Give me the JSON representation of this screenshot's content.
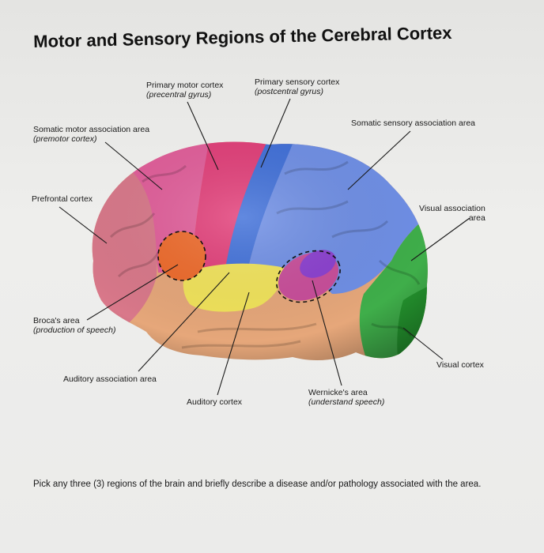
{
  "title": "Motor and Sensory Regions of the Cerebral Cortex",
  "labels": {
    "primary_motor": {
      "name": "Primary motor cortex",
      "sub": "(precentral gyrus)"
    },
    "primary_sensory": {
      "name": "Primary sensory cortex",
      "sub": "(postcentral gyrus)"
    },
    "somatic_motor_assoc": {
      "name": "Somatic motor association area",
      "sub": "(premotor cortex)"
    },
    "somatic_sensory_assoc": {
      "name": "Somatic sensory association area"
    },
    "prefrontal": {
      "name": "Prefrontal cortex"
    },
    "visual_assoc": {
      "name": "Visual association",
      "sub": "area"
    },
    "broca": {
      "name": "Broca's area",
      "sub": "(production of speech)"
    },
    "visual_cortex": {
      "name": "Visual cortex"
    },
    "auditory_assoc": {
      "name": "Auditory association area"
    },
    "wernicke": {
      "name": "Wernicke's area",
      "sub": "(understand speech)"
    },
    "auditory_cortex": {
      "name": "Auditory cortex"
    }
  },
  "question": "Pick any three (3) regions of the brain and briefly describe a disease and/or pathology associated with the area.",
  "colors": {
    "prefrontal": "#d9788a",
    "premotor": "#e25d9a",
    "primary_motor": "#e23d78",
    "primary_sensory": "#3f6fd9",
    "sensory_assoc": "#6f8fe6",
    "visual_assoc": "#3fae4a",
    "visual_cortex": "#24942e",
    "broca": "#ef6a2a",
    "auditory": "#f2e45a",
    "wernicke": "#8b3fd0",
    "temporal": "#e6a77a"
  }
}
